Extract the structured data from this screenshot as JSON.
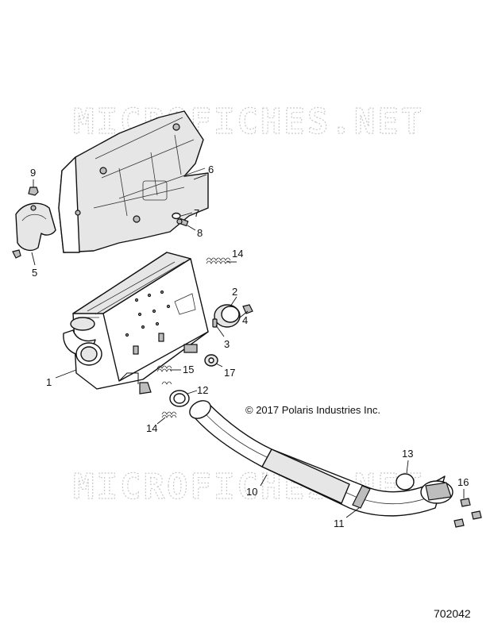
{
  "diagram": {
    "watermark": "MICROFICHES.NET",
    "copyright": "© 2017 Polaris Industries Inc.",
    "drawing_number": "702042",
    "callouts": {
      "c1": "1",
      "c2": "2",
      "c3": "3",
      "c4": "4",
      "c5": "5",
      "c6": "6",
      "c7": "7",
      "c8": "8",
      "c9": "9",
      "c10": "10",
      "c11": "11",
      "c12": "12",
      "c13": "13",
      "c14a": "14",
      "c14b": "14",
      "c15": "15",
      "c16": "16",
      "c17": "17"
    }
  }
}
